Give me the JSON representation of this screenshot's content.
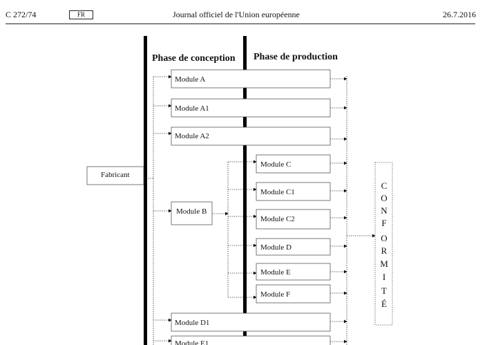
{
  "header": {
    "reference": "C 272/74",
    "language": "FR",
    "journal": "Journal officiel de l'Union européenne",
    "date": "26.7.2016"
  },
  "diagram": {
    "phase_design": "Phase de conception",
    "phase_production": "Phase de production",
    "manufacturer": "Fabricant",
    "modules": {
      "a": "Module A",
      "a1": "Module A1",
      "a2": "Module A2",
      "b": "Module B",
      "c": "Module C",
      "c1": "Module C1",
      "c2": "Module C2",
      "d": "Module D",
      "e": "Module E",
      "f": "Module F",
      "d1": "Module D1",
      "e1": "Module E1"
    },
    "conformity_letters": [
      "C",
      "O",
      "N",
      "F",
      "O",
      "R",
      "M",
      "I",
      "T",
      "É"
    ]
  }
}
